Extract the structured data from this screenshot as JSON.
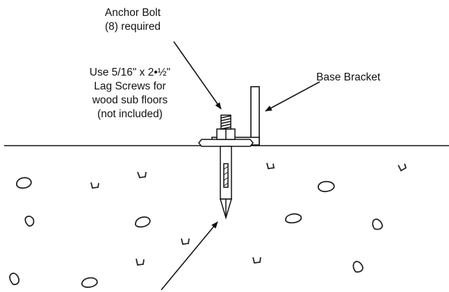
{
  "labels": {
    "anchor_bolt": [
      "Anchor Bolt",
      "(8) required"
    ],
    "lag_screws": [
      "Use 5/16\" x 2•½\"",
      "Lag Screws for",
      "wood sub floors",
      "(not included)"
    ],
    "base_bracket": "Base Bracket"
  },
  "colors": {
    "ink": "#111111",
    "background": "#ffffff"
  }
}
